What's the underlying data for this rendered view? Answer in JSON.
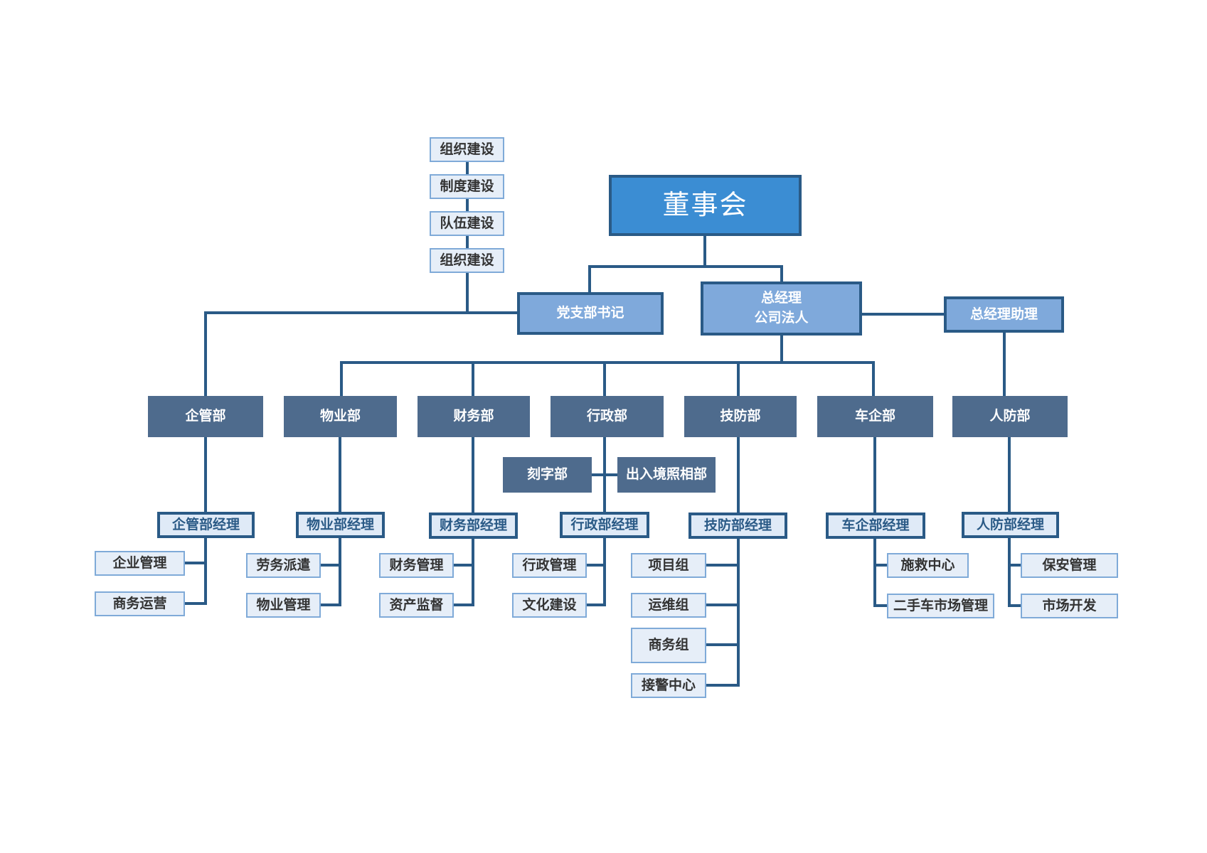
{
  "board": "董事会",
  "party_secretary": "党支部书记",
  "general_manager": "总经理\n公司法人",
  "gm_assistant": "总经理助理",
  "party_tasks": [
    "组织建设",
    "制度建设",
    "队伍建设",
    "组织建设"
  ],
  "departments": [
    "企管部",
    "物业部",
    "财务部",
    "行政部",
    "技防部",
    "车企部",
    "人防部"
  ],
  "admin_subdepts": [
    "刻字部",
    "出入境照相部"
  ],
  "managers": [
    "企管部经理",
    "物业部经理",
    "财务部经理",
    "行政部经理",
    "技防部经理",
    "车企部经理",
    "人防部经理"
  ],
  "tasks": {
    "qiguan": [
      "企业管理",
      "商务运营"
    ],
    "wuye": [
      "劳务派遣",
      "物业管理"
    ],
    "caiwu": [
      "财务管理",
      "资产监督"
    ],
    "xingzheng": [
      "行政管理",
      "文化建设"
    ],
    "jifang": [
      "项目组",
      "运维组",
      "商务组",
      "接警中心"
    ],
    "cheqi": [
      "施救中心",
      "二手车市场管理"
    ],
    "renfang": [
      "保安管理",
      "市场开发"
    ]
  },
  "colors": {
    "line": "#2a5a86",
    "board_fill": "#3b8dd3",
    "exec_fill": "#7fa9db",
    "dept_fill": "#4e6b8d",
    "manager_fill": "#dfeaf7",
    "task_fill": "#e6eef8",
    "task_border": "#7faad8"
  }
}
